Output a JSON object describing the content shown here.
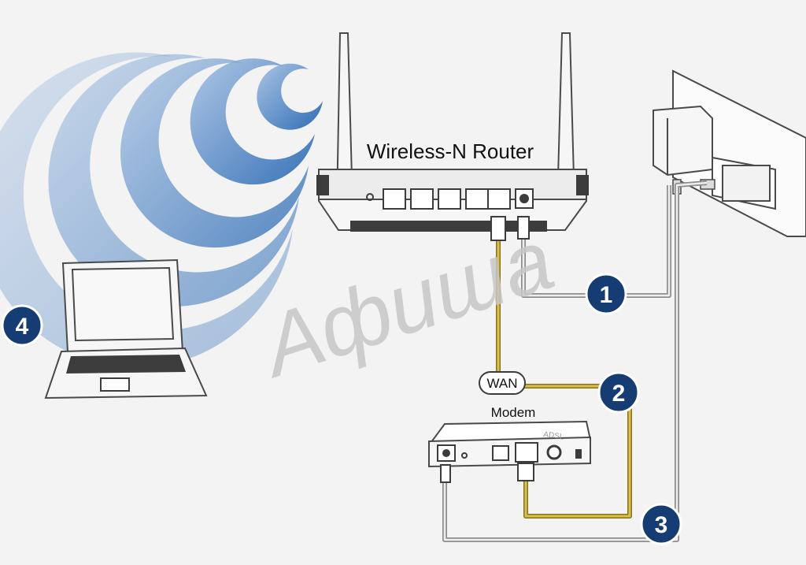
{
  "labels": {
    "router": "Wireless-N Router",
    "wan": "WAN",
    "modem": "Modem",
    "modem_brand": "ADSL",
    "watermark": "Афиша"
  },
  "badges": [
    "1",
    "2",
    "3",
    "4"
  ],
  "colors": {
    "badge": "#163d73",
    "wifi_waves": "#3a73b8",
    "cable_yellow": "#d8bf55",
    "cable_gray": "#8e8e8e"
  }
}
